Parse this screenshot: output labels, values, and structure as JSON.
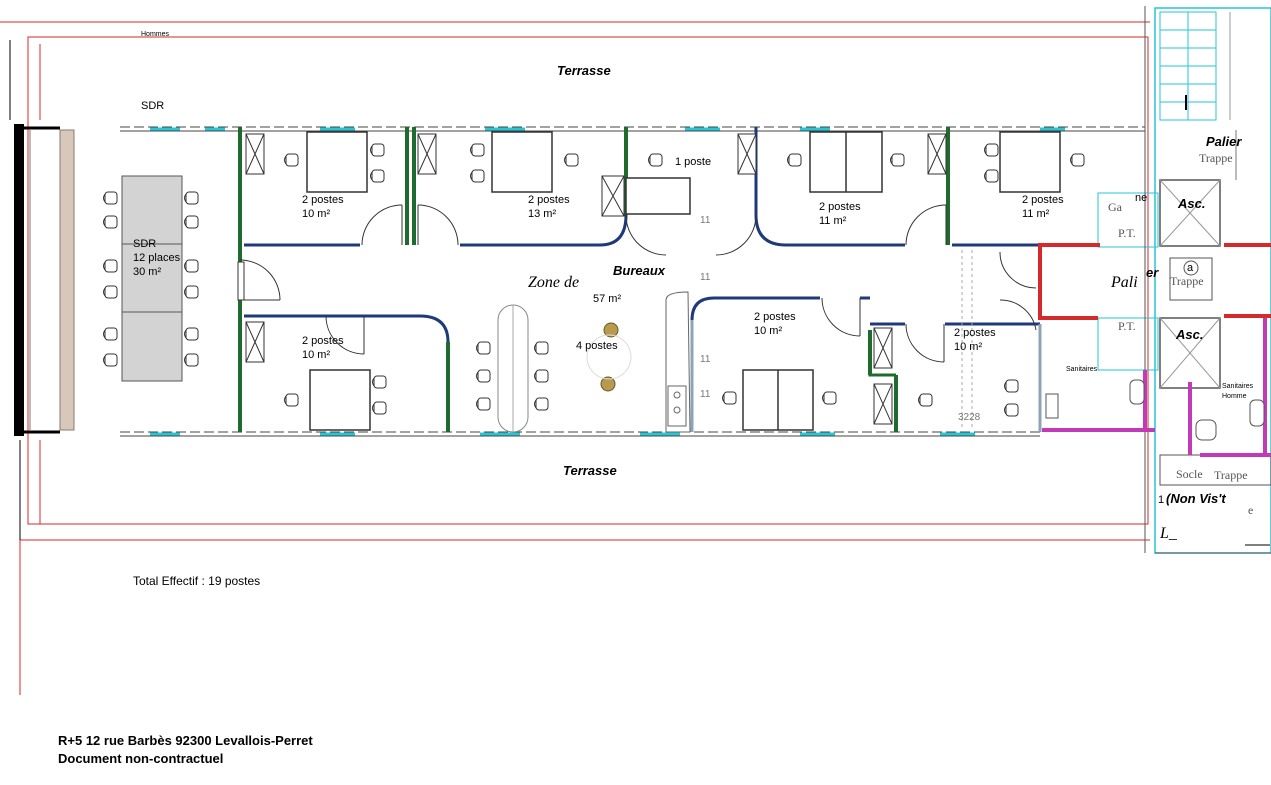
{
  "labels": {
    "hommes_top": "Hommes",
    "terrasse_top": "Terrasse",
    "terrasse_bottom": "Terrasse",
    "sdr_title": "SDR",
    "sdr_room": "SDR",
    "sdr_places": "12 places",
    "sdr_area": "30 m²",
    "zone_de": "Zone de",
    "bureaux": "Bureaux",
    "zone_area": "57 m²",
    "four_postes": "4 postes",
    "one_poste": "1 poste",
    "palier_top": "Palier",
    "palier_mid_a": "Pali",
    "palier_mid_b": "er",
    "trappe_top": "Trappe",
    "trappe_mid": "Trappe",
    "trappe_bottom": "Trappe",
    "socle": "Socle",
    "asc_top": "Asc.",
    "asc_bottom": "Asc.",
    "pt_top": "P.T.",
    "pt_bottom": "P.T.",
    "ga": "Ga",
    "ne": "ne",
    "sanitaires": "Sanitaires",
    "sanitaires_homme": "Sanitaires",
    "homme": "Homme",
    "non_visite": "(Non  Vis't",
    "non_visite_mark": "e",
    "num_one": "1",
    "dim_3228": "3228",
    "grid_11": "11",
    "corner_l": "L_",
    "circle_a": "a"
  },
  "offices": [
    {
      "postes": "2 postes",
      "area": "10 m²"
    },
    {
      "postes": "2 postes",
      "area": "13 m²"
    },
    {
      "postes": "2 postes",
      "area": "11 m²"
    },
    {
      "postes": "2 postes",
      "area": "11 m²"
    },
    {
      "postes": "2 postes",
      "area": "10 m²"
    },
    {
      "postes": "2 postes",
      "area": "10 m²"
    },
    {
      "postes": "2 postes",
      "area": "10 m²"
    }
  ],
  "footer": {
    "total": "Total Effectif : 19 postes",
    "address": "R+5 12 rue Barbès 92300 Levallois-Perret",
    "disclaimer": "Document non-contractuel"
  },
  "colors": {
    "wall_green": "#1f6b2e",
    "wall_blue": "#1f3a7a",
    "outline_red": "#d42a2a",
    "accent_cyan": "#27c6d6",
    "accent_magenta": "#c13ab8",
    "wall_gray": "#8fa3b8"
  }
}
